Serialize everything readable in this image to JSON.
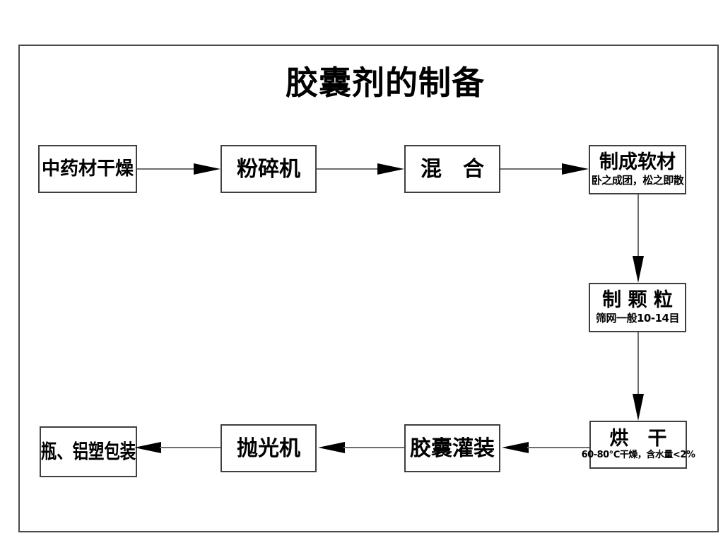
{
  "diagram": {
    "title": "胶囊剂的制备",
    "nodes": [
      {
        "id": "herb-drying",
        "label": "中药材干燥"
      },
      {
        "id": "crusher",
        "label": "粉碎机"
      },
      {
        "id": "mixing",
        "label": "混　合"
      },
      {
        "id": "soft-material",
        "label": "制成软材",
        "sublabel": "卧之成团，松之即散"
      },
      {
        "id": "granulation",
        "label": "制 颗 粒",
        "sublabel": "筛网一般10-14目"
      },
      {
        "id": "oven-drying",
        "label": "烘　干",
        "sublabel": "60-80℃干燥，含水量<2%"
      },
      {
        "id": "capsule-filling",
        "label": "胶囊灌装"
      },
      {
        "id": "polishing",
        "label": "抛光机"
      },
      {
        "id": "packaging",
        "label": "瓶、铝塑包装"
      }
    ],
    "edges": [
      {
        "from": "herb-drying",
        "to": "crusher"
      },
      {
        "from": "crusher",
        "to": "mixing"
      },
      {
        "from": "mixing",
        "to": "soft-material"
      },
      {
        "from": "soft-material",
        "to": "granulation"
      },
      {
        "from": "granulation",
        "to": "oven-drying"
      },
      {
        "from": "oven-drying",
        "to": "capsule-filling"
      },
      {
        "from": "capsule-filling",
        "to": "polishing"
      },
      {
        "from": "polishing",
        "to": "packaging"
      }
    ],
    "colors": {
      "background": "#ffffff",
      "frame_border": "#4a4a4a",
      "box_border": "#3f3f3f",
      "line": "#6e6e6e",
      "arrowhead": "#000000",
      "text": "#000000"
    }
  }
}
